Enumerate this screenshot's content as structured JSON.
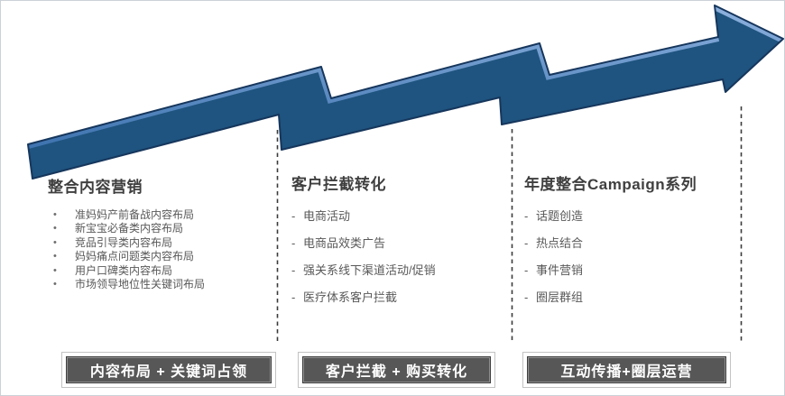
{
  "slide": {
    "background": "#ffffff",
    "border_color": "#ccd1d8"
  },
  "arrow": {
    "description": "3D zigzag process arrow rising left to right",
    "face_color": "#1E547F",
    "bevel_light": "#8FB3E0",
    "bevel_dark": "#3F74B0",
    "outline_color": "#16365C"
  },
  "separator": {
    "style": "dashed",
    "color": "#3a3a3a"
  },
  "columns": [
    {
      "title": "整合内容营销",
      "marker": "•",
      "items": [
        "准妈妈产前备战内容布局",
        "新宝宝必备类内容布局",
        "竞品引导类内容布局",
        "妈妈痛点问题类内容布局",
        "用户口碑类内容布局",
        "市场领导地位性关键词布局"
      ]
    },
    {
      "title": "客户拦截转化",
      "marker": "-",
      "items": [
        "电商活动",
        "电商品效类广告",
        "强关系线下渠道活动/促销",
        "医疗体系客户拦截"
      ]
    },
    {
      "title": "年度整合Campaign系列",
      "marker": "-",
      "items": [
        "话题创造",
        "热点结合",
        "事件营销",
        "圈层群组"
      ]
    }
  ],
  "footer_boxes": [
    {
      "label": "内容布局 + 关键词占领"
    },
    {
      "label": "客户拦截 + 购买转化"
    },
    {
      "label": "互动传播+圈层运营"
    }
  ],
  "text_colors": {
    "title": "#3f3f3f",
    "body": "#595959",
    "box_text": "#ffffff",
    "box_fill": "#575757"
  }
}
